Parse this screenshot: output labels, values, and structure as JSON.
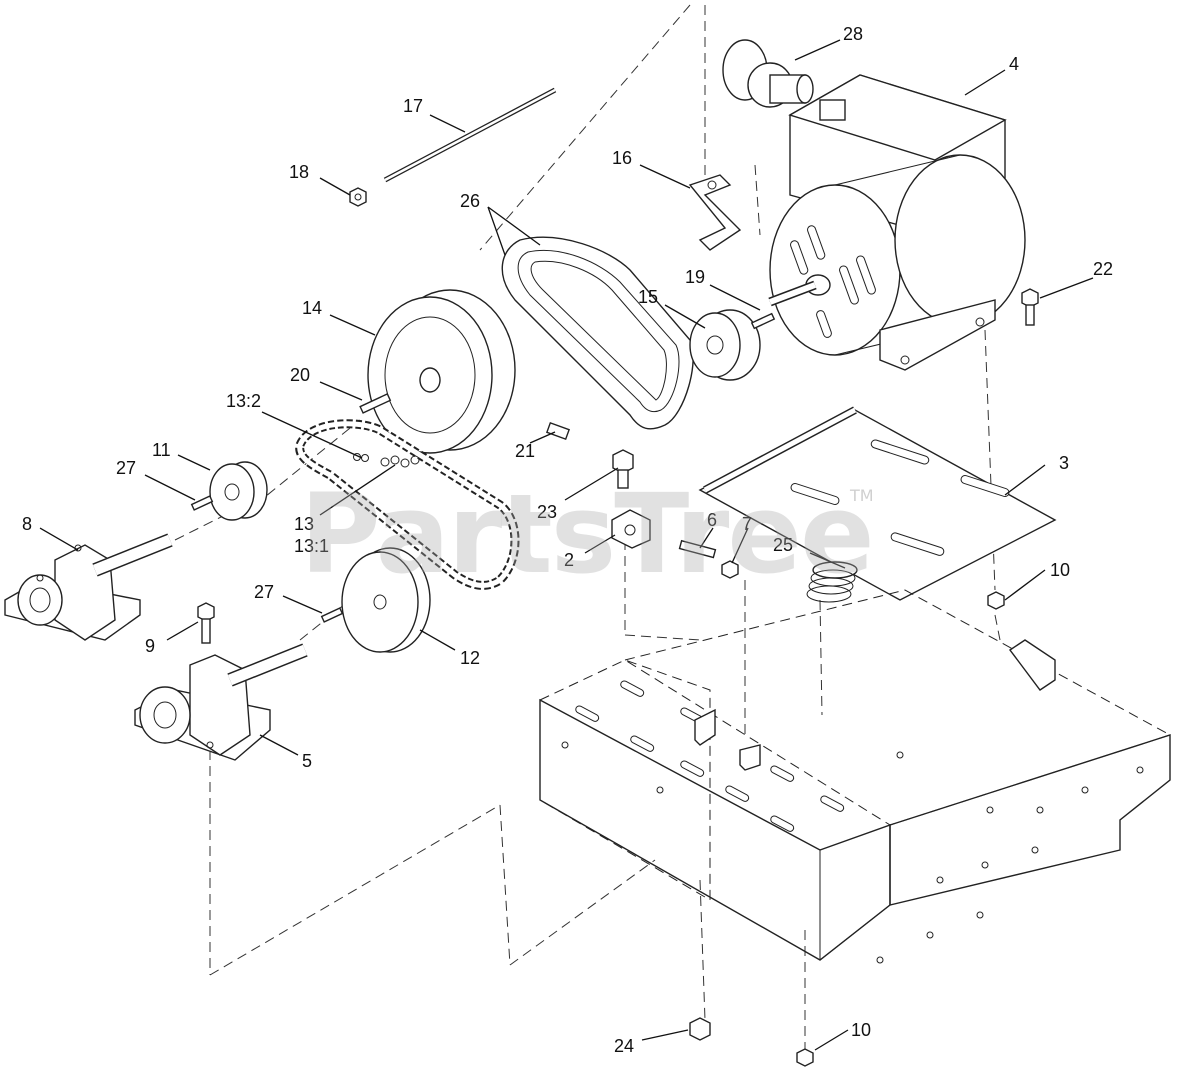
{
  "watermark": {
    "text": "PartsTree",
    "tm": "TM"
  },
  "callouts": [
    {
      "id": "17",
      "text": "17"
    },
    {
      "id": "18",
      "text": "18"
    },
    {
      "id": "28",
      "text": "28"
    },
    {
      "id": "4",
      "text": "4"
    },
    {
      "id": "16",
      "text": "16"
    },
    {
      "id": "26",
      "text": "26"
    },
    {
      "id": "19",
      "text": "19"
    },
    {
      "id": "22",
      "text": "22"
    },
    {
      "id": "14",
      "text": "14"
    },
    {
      "id": "15",
      "text": "15"
    },
    {
      "id": "20",
      "text": "20"
    },
    {
      "id": "13:2",
      "text": "13:2"
    },
    {
      "id": "11",
      "text": "11"
    },
    {
      "id": "27a",
      "text": "27"
    },
    {
      "id": "21",
      "text": "21"
    },
    {
      "id": "3",
      "text": "3"
    },
    {
      "id": "8",
      "text": "8"
    },
    {
      "id": "13",
      "text": "13"
    },
    {
      "id": "13:1",
      "text": "13:1"
    },
    {
      "id": "23",
      "text": "23"
    },
    {
      "id": "6",
      "text": "6"
    },
    {
      "id": "7",
      "text": "7"
    },
    {
      "id": "2",
      "text": "2"
    },
    {
      "id": "25",
      "text": "25"
    },
    {
      "id": "10a",
      "text": "10"
    },
    {
      "id": "27b",
      "text": "27"
    },
    {
      "id": "9",
      "text": "9"
    },
    {
      "id": "12",
      "text": "12"
    },
    {
      "id": "5",
      "text": "5"
    },
    {
      "id": "24",
      "text": "24"
    },
    {
      "id": "10b",
      "text": "10"
    }
  ]
}
